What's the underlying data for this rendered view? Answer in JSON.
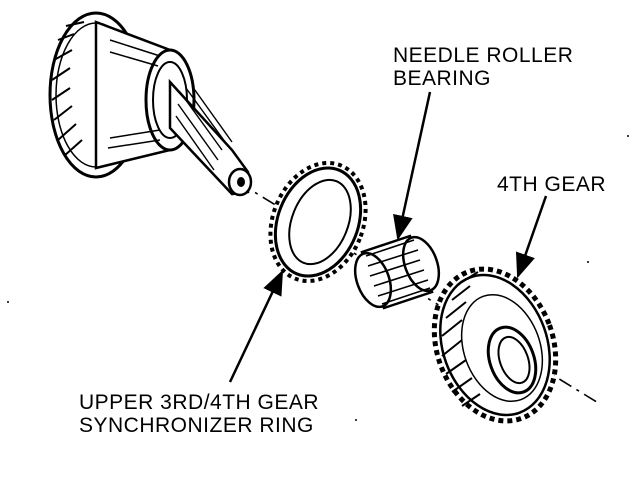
{
  "labels": {
    "needle_bearing_line1": "NEEDLE ROLLER",
    "needle_bearing_line2": "BEARING",
    "fourth_gear": "4TH GEAR",
    "synchronizer_line1": "UPPER 3RD/4TH GEAR",
    "synchronizer_line2": "SYNCHRONIZER RING"
  },
  "colors": {
    "ink": "#000000",
    "paper": "#ffffff"
  }
}
